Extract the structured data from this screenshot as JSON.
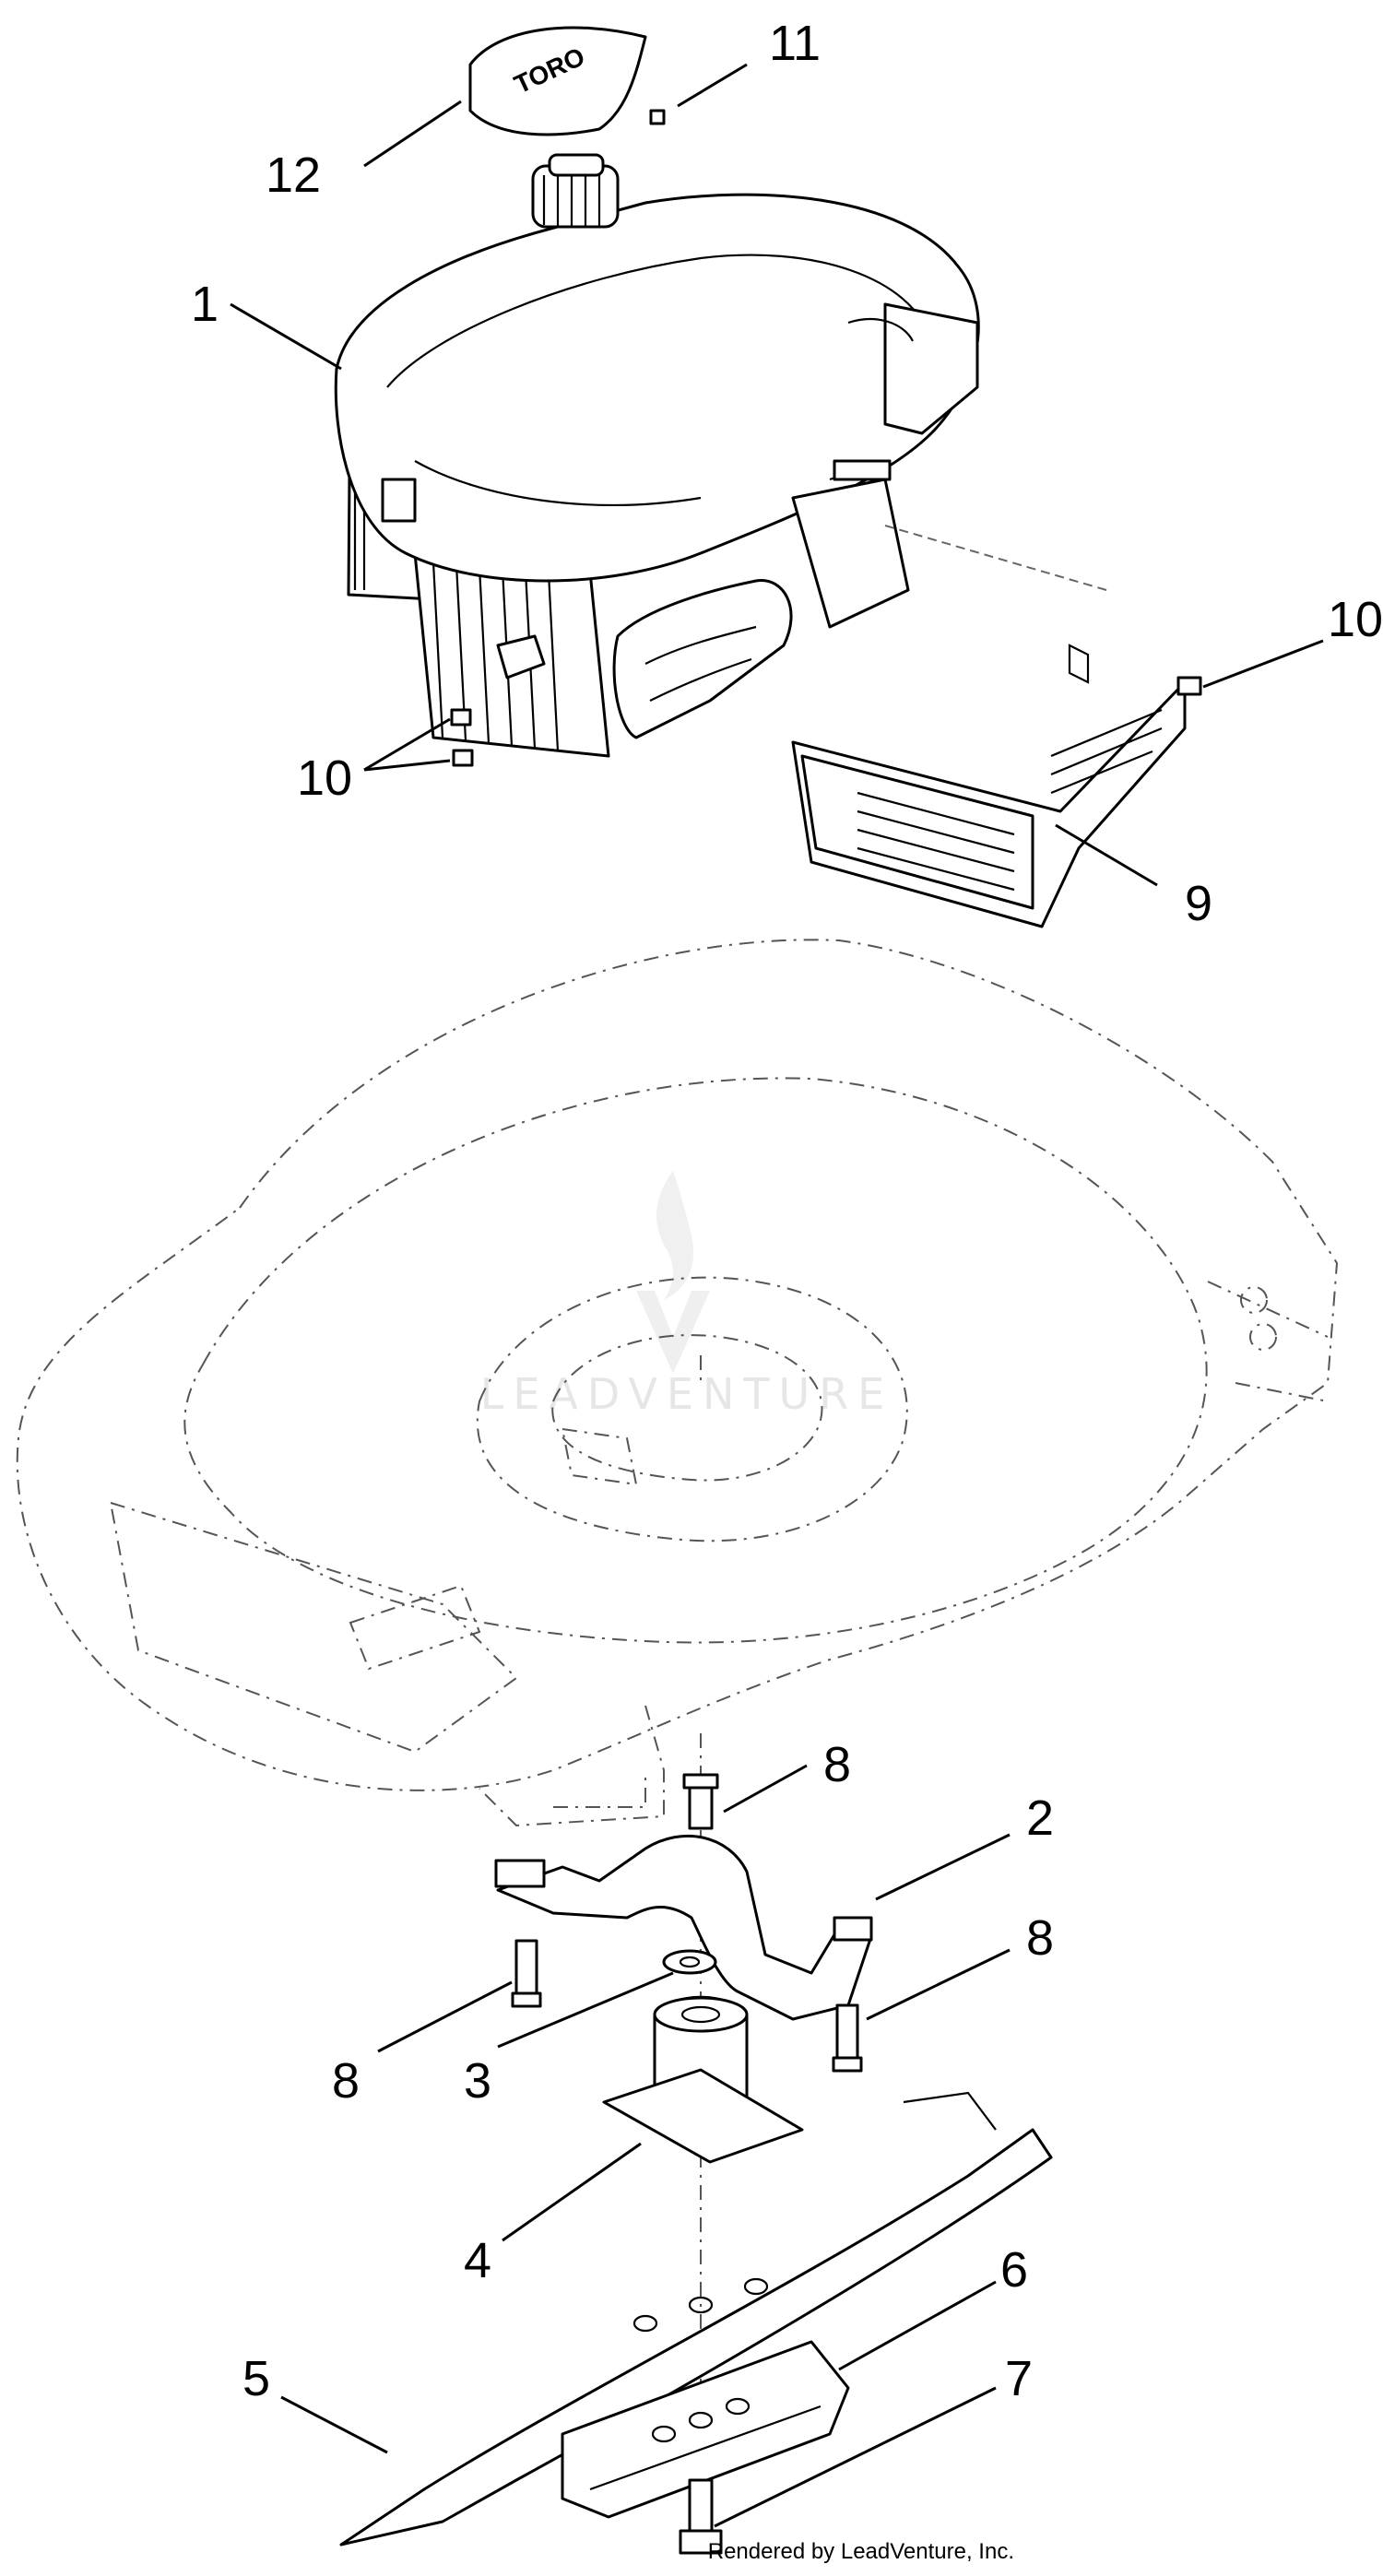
{
  "diagram": {
    "callouts": [
      {
        "key": "c1",
        "label": "1"
      },
      {
        "key": "c2",
        "label": "2"
      },
      {
        "key": "c3",
        "label": "3"
      },
      {
        "key": "c4",
        "label": "4"
      },
      {
        "key": "c5",
        "label": "5"
      },
      {
        "key": "c6",
        "label": "6"
      },
      {
        "key": "c7",
        "label": "7"
      },
      {
        "key": "c8a",
        "label": "8"
      },
      {
        "key": "c8b",
        "label": "8"
      },
      {
        "key": "c8c",
        "label": "8"
      },
      {
        "key": "c9",
        "label": "9"
      },
      {
        "key": "c10a",
        "label": "10"
      },
      {
        "key": "c10b",
        "label": "10"
      },
      {
        "key": "c11",
        "label": "11"
      },
      {
        "key": "c12",
        "label": "12"
      }
    ],
    "watermark": "LEADVENTURE",
    "credit": "Rendered by LeadVenture, Inc.",
    "decal_text": "TORO"
  },
  "colors": {
    "line": "#000000",
    "watermark": "#e6e6e6",
    "background": "#ffffff"
  }
}
